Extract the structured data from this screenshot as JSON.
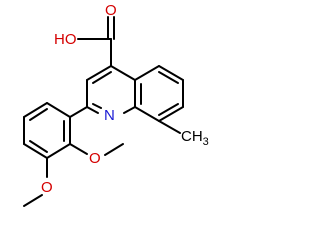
{
  "molecule": {
    "labels": {
      "hydroxyl": "HO",
      "carbonyl_oxygen": "O",
      "ring_nitrogen": "N",
      "methyl": "CH",
      "methyl_subscript": "3",
      "methoxy_oxygen_upper": "O",
      "methoxy_oxygen_lower": "O"
    },
    "colors": {
      "bond": "#000000",
      "oxygen": "#d40000",
      "nitrogen": "#1a1ad4",
      "carbon_label": "#000000"
    }
  }
}
